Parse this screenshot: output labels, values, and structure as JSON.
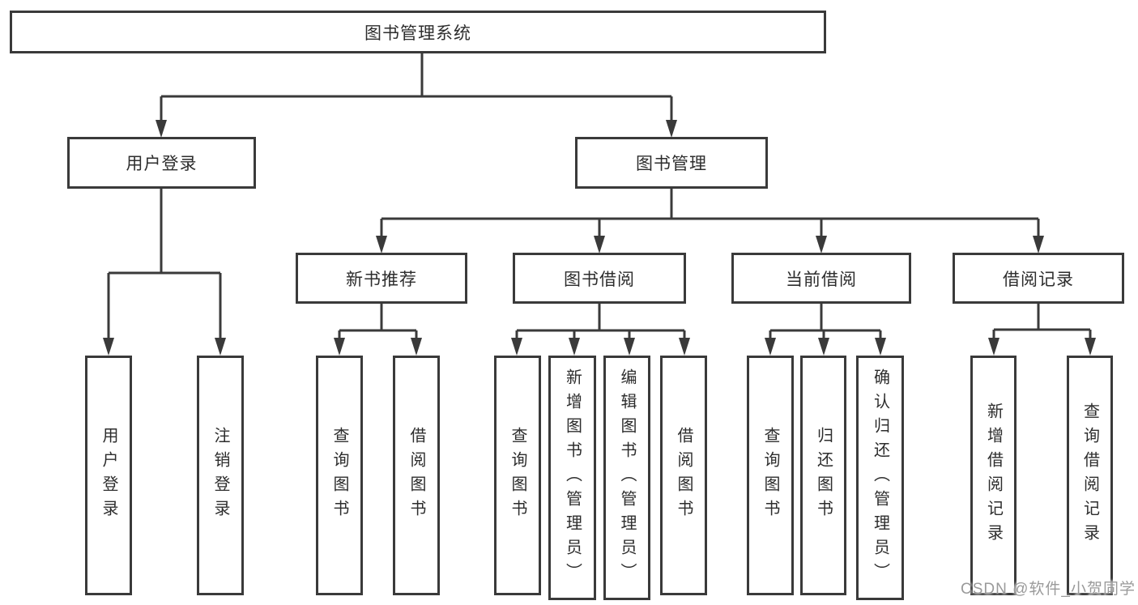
{
  "watermark": "CSDN @软件_小贺同学",
  "colors": {
    "line": "#3a3a3a",
    "text": "#2d2d2d",
    "watermark": "#9a9a9a",
    "background": "#ffffff"
  },
  "nodes": {
    "root": "图书管理系统",
    "user_login": "用户登录",
    "book_management": "图书管理",
    "new_book_recommend": "新书推荐",
    "book_borrow": "图书借阅",
    "current_borrow": "当前借阅",
    "borrow_record": "借阅记录",
    "leaf_user_login": "用户登录",
    "leaf_logout": "注销登录",
    "leaf_rec_query_book": "查询图书",
    "leaf_rec_borrow_book": "借阅图书",
    "leaf_bb_query_book": "查询图书",
    "leaf_bb_add_book": "新增图书（管理员）",
    "leaf_bb_edit_book": "编辑图书（管理员）",
    "leaf_bb_borrow_book": "借阅图书",
    "leaf_cb_query_book": "查询图书",
    "leaf_cb_return_book": "归还图书",
    "leaf_cb_confirm_return": "确认归还（管理员）",
    "leaf_br_add_record": "新增借阅记录",
    "leaf_br_query_record": "查询借阅记录"
  }
}
